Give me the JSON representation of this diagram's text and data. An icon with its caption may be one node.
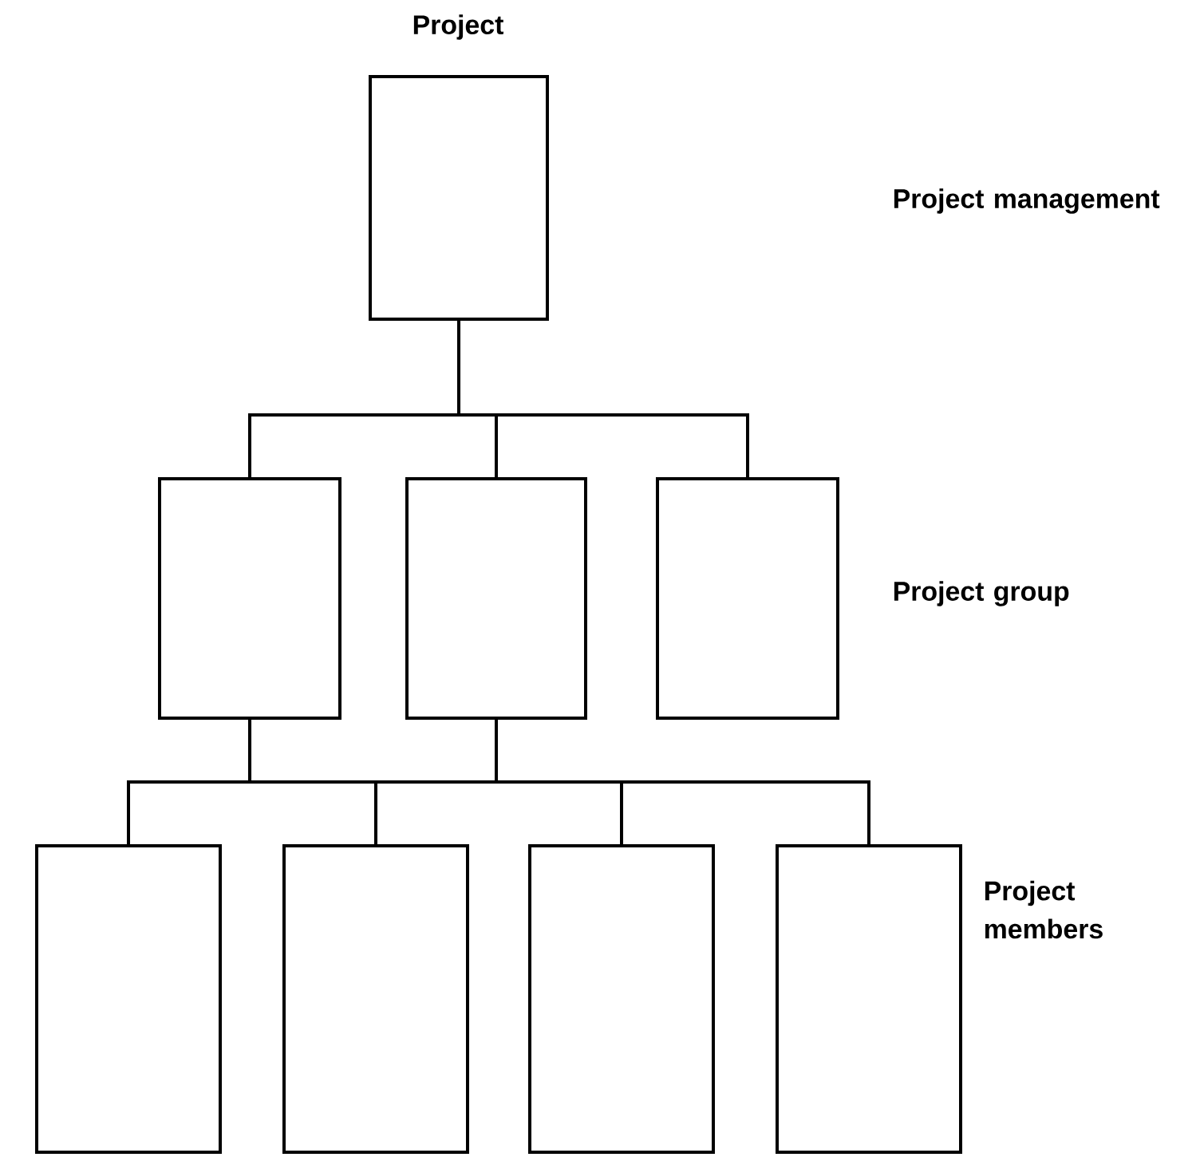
{
  "diagram": {
    "title": "Project",
    "nodes": [
      {
        "text": [],
        "shape": "box"
      },
      {
        "text": [],
        "shape": "box"
      },
      {
        "text": [],
        "shape": "box"
      },
      {
        "text": [],
        "shape": "box"
      },
      {
        "text": [],
        "shape": "box"
      },
      {
        "text": [],
        "shape": "box"
      },
      {
        "text": [],
        "shape": "box"
      },
      {
        "text": [],
        "shape": "box"
      }
    ],
    "edges": [
      {
        "from": 0,
        "to": 1,
        "arrow": "none"
      },
      {
        "from": 0,
        "to": 2,
        "arrow": "none"
      },
      {
        "from": 0,
        "to": 3,
        "arrow": "none"
      },
      {
        "from": 1,
        "to": 4,
        "arrow": "none"
      },
      {
        "from": 1,
        "to": 5,
        "arrow": "none"
      },
      {
        "from": 1,
        "to": 6,
        "arrow": "none"
      },
      {
        "from": 1,
        "to": 7,
        "arrow": "none"
      },
      {
        "from": 2,
        "to": 4,
        "arrow": "none"
      },
      {
        "from": 2,
        "to": 5,
        "arrow": "none"
      },
      {
        "from": 2,
        "to": 6,
        "arrow": "none"
      },
      {
        "from": 2,
        "to": 7,
        "arrow": "none"
      }
    ],
    "labels": [
      "Project management",
      "Project group",
      "Project members"
    ]
  }
}
